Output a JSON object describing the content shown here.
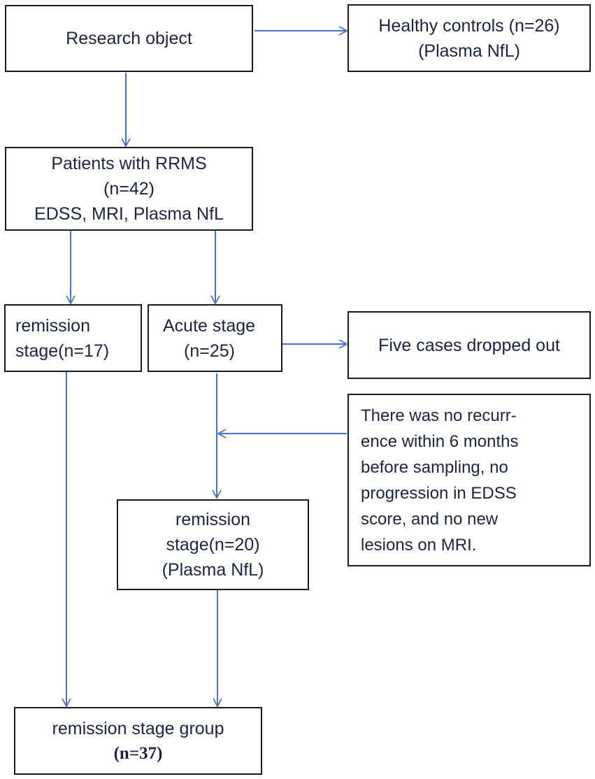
{
  "nodes": {
    "research_object": {
      "lines": [
        "Research object"
      ]
    },
    "healthy_controls": {
      "lines": [
        "Healthy controls (n=26)",
        "(Plasma NfL)"
      ]
    },
    "patients_rrms": {
      "lines": [
        "Patients with RRMS",
        "(n=42)",
        "EDSS, MRI, Plasma NfL"
      ]
    },
    "remission_stage_17": {
      "lines": [
        "remission",
        "stage(n=17)"
      ]
    },
    "acute_stage": {
      "lines": [
        "Acute stage",
        "(n=25)"
      ]
    },
    "dropped_out": {
      "lines": [
        "Five cases dropped out"
      ]
    },
    "criteria_note": {
      "lines": [
        "There was no recurr-",
        "ence within 6 months",
        "before sampling, no",
        "progression in EDSS",
        "score, and no new",
        "lesions on MRI."
      ]
    },
    "remission_stage_20": {
      "lines": [
        "remission",
        "stage(n=20)",
        "(Plasma NfL)"
      ]
    },
    "remission_group": {
      "lines": [
        "remission stage group",
        "(n=37)"
      ]
    }
  },
  "colors": {
    "arrow": "#4a72c4",
    "border": "#1a1a1a",
    "text": "#1b2540"
  }
}
